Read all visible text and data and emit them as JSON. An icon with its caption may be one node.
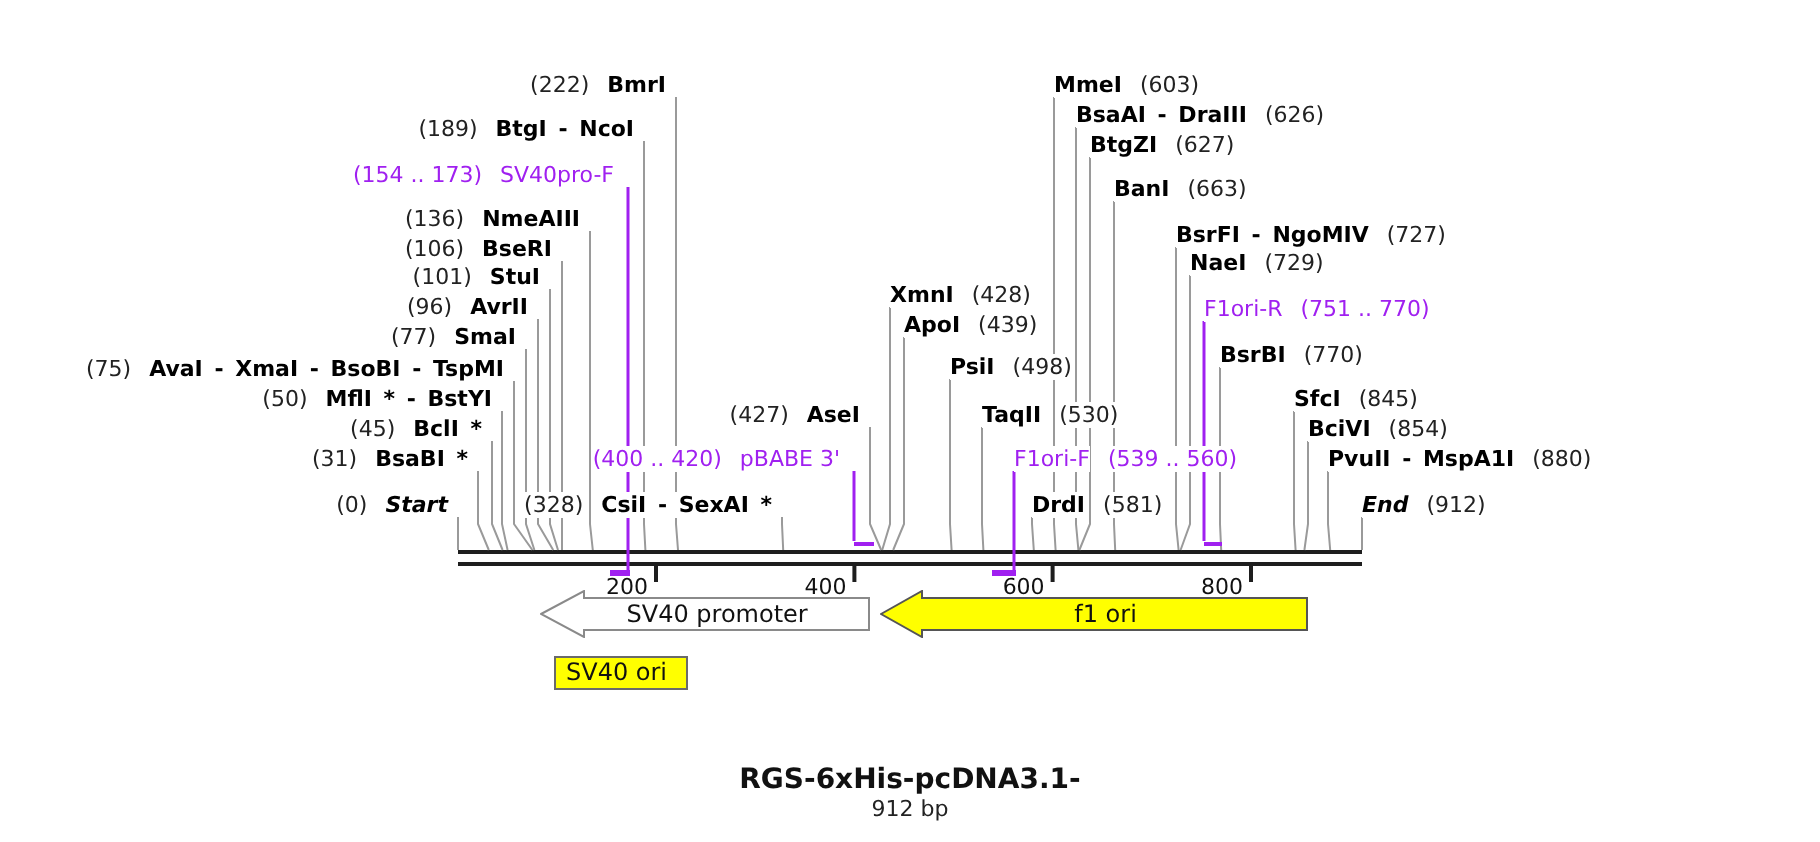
{
  "diagram": {
    "title": "RGS-6xHis-pcDNA3.1-",
    "caption": "912 bp",
    "nodes": [
      {
        "text": [
          "(222)",
          "BmrI"
        ]
      },
      {
        "text": [
          "MmeI",
          "(603)"
        ]
      },
      {
        "text": [
          "BsaAI - DraIII",
          "(626)"
        ]
      },
      {
        "text": [
          "(189)",
          "BtgI - NcoI"
        ]
      },
      {
        "text": [
          "BtgZI",
          "(627)"
        ]
      },
      {
        "text": [
          "(154 .. 173)",
          "SV40pro-F"
        ]
      },
      {
        "text": [
          "BanI",
          "(663)"
        ]
      },
      {
        "text": [
          "(136)",
          "NmeAIII"
        ]
      },
      {
        "text": [
          "BsrFI - NgoMIV",
          "(727)"
        ]
      },
      {
        "text": [
          "(106)",
          "BseRI"
        ]
      },
      {
        "text": [
          "NaeI",
          "(729)"
        ]
      },
      {
        "text": [
          "(101)",
          "StuI"
        ]
      },
      {
        "text": [
          "XmnI",
          "(428)"
        ]
      },
      {
        "text": [
          "(96)",
          "AvrII"
        ]
      },
      {
        "text": [
          "F1ori-R",
          "(751 .. 770)"
        ]
      },
      {
        "text": [
          "ApoI",
          "(439)"
        ]
      },
      {
        "text": [
          "(77)",
          "SmaI"
        ]
      },
      {
        "text": [
          "BsrBI",
          "(770)"
        ]
      },
      {
        "text": [
          "PsiI",
          "(498)"
        ]
      },
      {
        "text": [
          "(75)",
          "AvaI - XmaI - BsoBI - TspMI"
        ]
      },
      {
        "text": [
          "(50)",
          "MflI * - BstYI"
        ]
      },
      {
        "text": [
          "SfcI",
          "(845)"
        ]
      },
      {
        "text": [
          "(427)",
          "AseI"
        ]
      },
      {
        "text": [
          "TaqII",
          "(530)"
        ]
      },
      {
        "text": [
          "(45)",
          "BclI *"
        ]
      },
      {
        "text": [
          "BciVI",
          "(854)"
        ]
      },
      {
        "text": [
          "(31)",
          "BsaBI *"
        ]
      },
      {
        "text": [
          "(400 .. 420)",
          "pBABE 3'"
        ]
      },
      {
        "text": [
          "F1ori-F",
          "(539 .. 560)"
        ]
      },
      {
        "text": [
          "PvuII - MspA1I",
          "(880)"
        ]
      },
      {
        "text": [
          "(0)",
          "Start"
        ]
      },
      {
        "text": [
          "(328)",
          "CsiI - SexAI *"
        ]
      },
      {
        "text": [
          "DrdI",
          "(581)"
        ]
      },
      {
        "text": [
          "End",
          "(912)"
        ]
      },
      {
        "text": [],
        "shape": "bar"
      },
      {
        "text": [],
        "shape": "bar"
      },
      {
        "text": [],
        "shape": "bar"
      },
      {
        "text": [],
        "shape": "bar"
      },
      {
        "text": [],
        "shape": "bar"
      },
      {
        "text": [
          "SV40 promoter"
        ]
      },
      {
        "text": [
          "f1 ori"
        ]
      },
      {
        "text": [
          "SV40 ori"
        ]
      }
    ],
    "edges": [
      {
        "from": 0,
        "to": 34,
        "arrow": "none"
      },
      {
        "from": 1,
        "to": 34,
        "arrow": "none"
      },
      {
        "from": 2,
        "to": 34,
        "arrow": "none"
      },
      {
        "from": 3,
        "to": 34,
        "arrow": "none"
      },
      {
        "from": 4,
        "to": 34,
        "arrow": "none"
      },
      {
        "from": 5,
        "to": 35,
        "arrow": "none",
        "color": "#a020f0"
      },
      {
        "from": 6,
        "to": 34,
        "arrow": "none"
      },
      {
        "from": 7,
        "to": 34,
        "arrow": "none"
      },
      {
        "from": 8,
        "to": 34,
        "arrow": "none"
      },
      {
        "from": 9,
        "to": 34,
        "arrow": "none"
      },
      {
        "from": 10,
        "to": 34,
        "arrow": "none"
      },
      {
        "from": 11,
        "to": 34,
        "arrow": "none"
      },
      {
        "from": 12,
        "to": 34,
        "arrow": "none"
      },
      {
        "from": 13,
        "to": 34,
        "arrow": "none"
      },
      {
        "from": 14,
        "to": 38,
        "arrow": "none",
        "color": "#a020f0"
      },
      {
        "from": 15,
        "to": 34,
        "arrow": "none"
      },
      {
        "from": 16,
        "to": 34,
        "arrow": "none"
      },
      {
        "from": 17,
        "to": 34,
        "arrow": "none"
      },
      {
        "from": 18,
        "to": 34,
        "arrow": "none"
      },
      {
        "from": 19,
        "to": 34,
        "arrow": "none"
      },
      {
        "from": 20,
        "to": 34,
        "arrow": "none"
      },
      {
        "from": 21,
        "to": 34,
        "arrow": "none"
      },
      {
        "from": 22,
        "to": 34,
        "arrow": "none"
      },
      {
        "from": 23,
        "to": 34,
        "arrow": "none"
      },
      {
        "from": 24,
        "to": 34,
        "arrow": "none"
      },
      {
        "from": 25,
        "to": 34,
        "arrow": "none"
      },
      {
        "from": 26,
        "to": 34,
        "arrow": "none"
      },
      {
        "from": 27,
        "to": 36,
        "arrow": "none",
        "color": "#a020f0"
      },
      {
        "from": 28,
        "to": 37,
        "arrow": "none",
        "color": "#a020f0"
      },
      {
        "from": 29,
        "to": 34,
        "arrow": "none"
      },
      {
        "from": 30,
        "to": 34,
        "arrow": "none"
      },
      {
        "from": 31,
        "to": 34,
        "arrow": "none"
      },
      {
        "from": 32,
        "to": 34,
        "arrow": "none"
      },
      {
        "from": 33,
        "to": 34,
        "arrow": "none"
      }
    ],
    "labels": [
      "200",
      "400",
      "600",
      "800"
    ]
  }
}
